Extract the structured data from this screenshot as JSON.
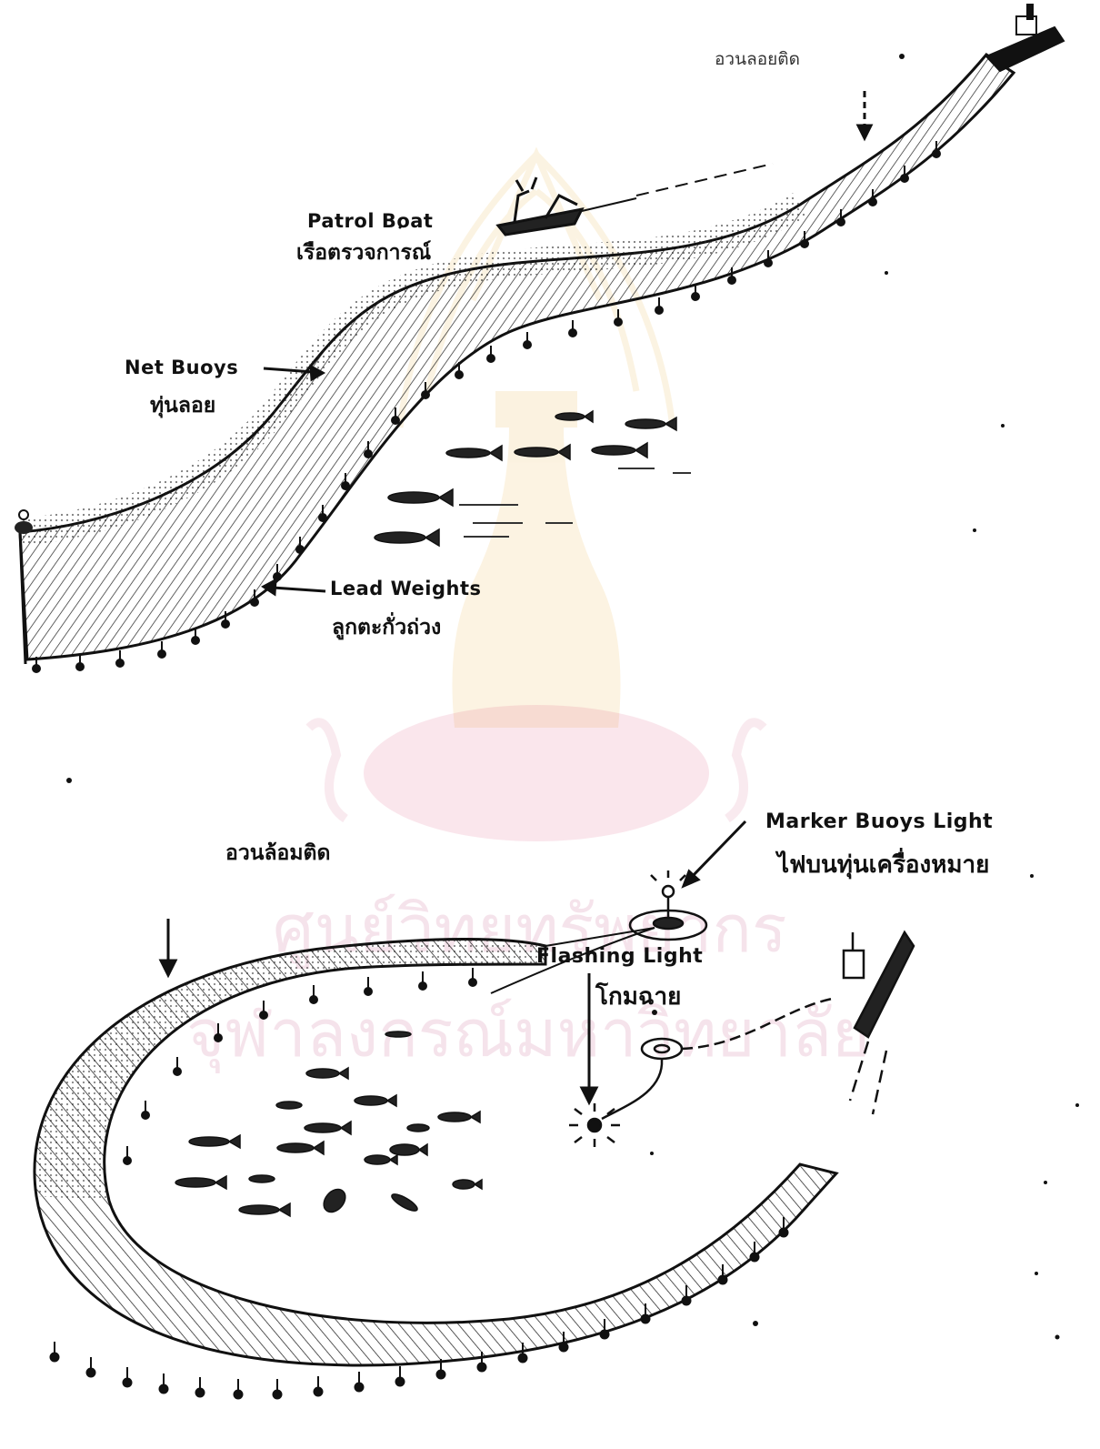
{
  "watermark": {
    "line1": "ศูนย์วิทยทรัพยากร",
    "line2": "จุฬาลงกรณ์มหาวิทยาลัย",
    "color": "#b62d6c"
  },
  "top_diagram": {
    "label_top_right_th": "อวนลอยติด",
    "patrol_boat_en": "Patrol Boat",
    "patrol_boat_th": "เรือตรวจการณ์",
    "net_buoys_en": "Net Buoys",
    "net_buoys_th": "ทุ่นลอย",
    "lead_weights_en": "Lead Weights",
    "lead_weights_th": "ลูกตะกั่วถ่วง"
  },
  "bottom_diagram": {
    "encircling_net_th": "อวนล้อมติด",
    "marker_buoys_en": "Marker Buoys Light",
    "marker_buoys_th": "ไฟบนทุ่นเครื่องหมาย",
    "flashing_light_en": "Flashing Light",
    "flashing_light_th": "โกมฉาย"
  },
  "colors": {
    "ink": "#111111",
    "paper": "#ffffff"
  }
}
